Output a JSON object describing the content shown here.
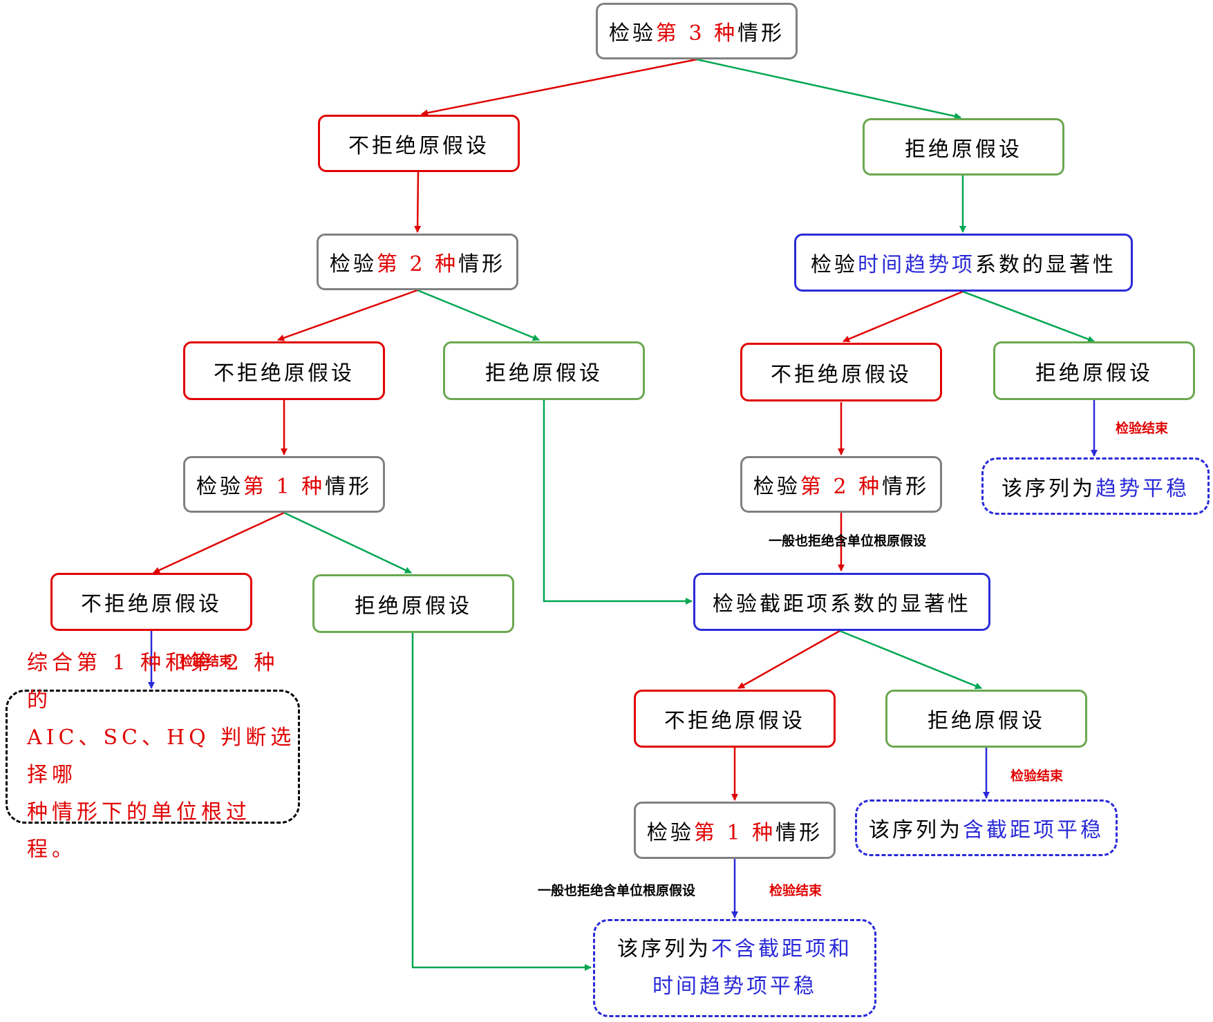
{
  "nodes": {
    "case3": {
      "pre": "检验",
      "hl": "第 3 种",
      "post": "情形"
    },
    "root_accept": "不拒绝原假设",
    "root_reject": "拒绝原假设",
    "case2a": {
      "pre": "检验",
      "hl": "第 2 种",
      "post": "情形"
    },
    "trend_test": {
      "pre": "检验",
      "hl": "时间趋势项",
      "post": "系数的显著性"
    },
    "c2_accept": "不拒绝原假设",
    "c2_reject": "拒绝原假设",
    "t_accept": "不拒绝原假设",
    "t_reject": "拒绝原假设",
    "case1a": {
      "pre": "检验",
      "hl": "第 1 种",
      "post": "情形"
    },
    "case2b": {
      "pre": "检验",
      "hl": "第 2 种",
      "post": "情形"
    },
    "trend_stationary": {
      "pre": "该序列为",
      "hl": "趋势平稳"
    },
    "c1_accept": "不拒绝原假设",
    "c1_reject": "拒绝原假设",
    "intercept_test": "检验截距项系数的显著性",
    "combine": [
      "综合第 1 种和第 2 种的",
      "AIC、SC、HQ 判断选择哪",
      "种情形下的单位根过程。"
    ],
    "i_accept": "不拒绝原假设",
    "i_reject": "拒绝原假设",
    "case1b": {
      "pre": "检验",
      "hl": "第 1 种",
      "post": "情形"
    },
    "intercept_stationary": {
      "pre": "该序列为",
      "hl": "含截距项平稳"
    },
    "no_intercept": {
      "pre": "该序列为",
      "hl1": "不含截距项和",
      "hl2": "时间趋势项平稳"
    }
  },
  "notes": {
    "end1": "检验结束",
    "end2": "检验结束",
    "end3": "检验结束",
    "end4": "检验结束",
    "reject_unit_root1": "一般也拒绝含单位根原假设",
    "reject_unit_root2": "一般也拒绝含单位根原假设"
  },
  "colors": {
    "red": "#e00000",
    "green": "#00a651",
    "blue": "#2a2ad8",
    "gray": "#808080"
  }
}
